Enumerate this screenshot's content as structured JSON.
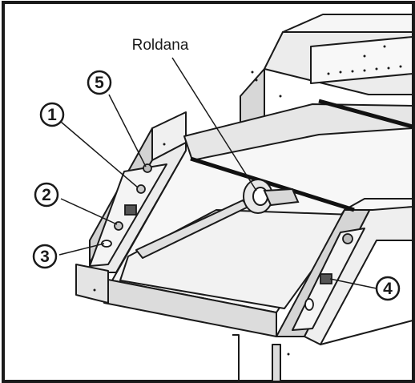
{
  "diagram": {
    "label": "Roldana",
    "callouts": [
      "1",
      "2",
      "3",
      "4",
      "5"
    ]
  },
  "colors": {
    "line": "#1a1a1a",
    "face_light": "#f4f4f4",
    "face_mid": "#e3e3e3",
    "face_dark": "#c9c9c9",
    "bar": "#111111"
  }
}
